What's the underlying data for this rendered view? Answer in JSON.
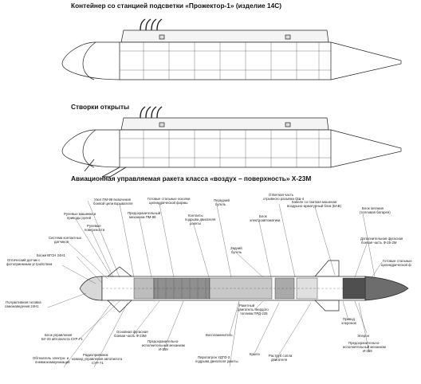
{
  "headings": {
    "container": "Контейнер  со станцией подсветки «Прожектор-1» (изделие 14С)",
    "flaps_open": "Створки открыты",
    "missile": "Авиационная управляемая ракета класса «воздух – поверхность» Х-23М"
  },
  "callouts": [
    {
      "id": "c1",
      "text": "Рулевые машинки и"
    },
    {
      "id": "c2",
      "text": "приводы  рулей"
    },
    {
      "id": "c3",
      "text": "Узел ПМ-98 включения"
    },
    {
      "id": "c4",
      "text": "боевой цепи взрывателя"
    },
    {
      "id": "c5",
      "text": "Готовые стальные осколки"
    },
    {
      "id": "c6",
      "text": "цилиндрической формы"
    },
    {
      "id": "c7",
      "text": "Передний"
    },
    {
      "id": "c8",
      "text": "бугель"
    },
    {
      "id": "c9",
      "text": "Ответная часть"
    },
    {
      "id": "c10",
      "text": "отрывного разъёма ОШ-4"
    },
    {
      "id": "c11",
      "text": "Кабелн со сваткая мошеная"
    },
    {
      "id": "c12",
      "text": "воздушно-арматурный блок (БАВ)"
    },
    {
      "id": "c13",
      "text": "Блок питания"
    },
    {
      "id": "c14",
      "text": "(тепловая батарея)"
    },
    {
      "id": "c15",
      "text": "Предохранительный"
    },
    {
      "id": "c16",
      "text": "механизм ПМ-98"
    },
    {
      "id": "c17",
      "text": "Рулевые"
    },
    {
      "id": "c18",
      "text": "поверхности"
    },
    {
      "id": "c19",
      "text": "Контакты"
    },
    {
      "id": "c20",
      "text": "подрыва двигателя"
    },
    {
      "id": "c21",
      "text": "ракеты"
    },
    {
      "id": "c22",
      "text": "Блок"
    },
    {
      "id": "c23",
      "text": "электроавтоматики"
    },
    {
      "id": "c24",
      "text": "Дополнительная фугасная"
    },
    {
      "id": "c25",
      "text": "боевая  часть Ф-25-2М"
    },
    {
      "id": "c26",
      "text": "Система контактных"
    },
    {
      "id": "c27",
      "text": "датчиков"
    },
    {
      "id": "c28",
      "text": "Задний"
    },
    {
      "id": "c29",
      "text": "бугель"
    },
    {
      "id": "c30",
      "text": "Готовые стальные"
    },
    {
      "id": "c31",
      "text": "цилиндрической ф"
    },
    {
      "id": "c32",
      "text": "Блоки ВГСН 24Н1"
    },
    {
      "id": "c33",
      "text": "Оптический датчик с"
    },
    {
      "id": "c34",
      "text": "фотоприемным устройством"
    },
    {
      "id": "c35",
      "text": "Полуактивная головка"
    },
    {
      "id": "c36",
      "text": "самонаведения 24Н1"
    },
    {
      "id": "c37",
      "text": "Ракетный"
    },
    {
      "id": "c38",
      "text": "двигатель твердого"
    },
    {
      "id": "c39",
      "text": "топлива ПРД-228"
    },
    {
      "id": "c40",
      "text": "Привод"
    },
    {
      "id": "c41",
      "text": "элеронов"
    },
    {
      "id": "c42",
      "text": "Элерон"
    },
    {
      "id": "c43",
      "text": "Блок управления"
    },
    {
      "id": "c44",
      "text": "БУ-23 автопилота СУР-71"
    },
    {
      "id": "c45",
      "text": "Основная фугасная"
    },
    {
      "id": "c46",
      "text": "боевая  часть Ф-23М"
    },
    {
      "id": "c47",
      "text": "Воспламенитель"
    },
    {
      "id": "c48",
      "text": "Предохранительно-"
    },
    {
      "id": "c49",
      "text": "исполнительный механизм"
    },
    {
      "id": "c50",
      "text": "И-259"
    },
    {
      "id": "c51",
      "text": "Предохранительно-"
    },
    {
      "id": "c52",
      "text": "исполнительный механизм"
    },
    {
      "id": "c53",
      "text": "И-259"
    },
    {
      "id": "c54",
      "text": "Обтекатель  электро- и"
    },
    {
      "id": "c55",
      "text": "пневмокоммуникаций"
    },
    {
      "id": "c56",
      "text": "Радиоприёмник"
    },
    {
      "id": "c57",
      "text": "команд управления автопилота"
    },
    {
      "id": "c58",
      "text": "СУР-71"
    },
    {
      "id": "c59",
      "text": "Пиропатрон  УДПЗ-3"
    },
    {
      "id": "c60",
      "text": "подрыва двигателя ракеты"
    },
    {
      "id": "c61",
      "text": "Крыло"
    },
    {
      "id": "c62",
      "text": "Раструб  сопла"
    },
    {
      "id": "c63",
      "text": "двигателя"
    }
  ]
}
